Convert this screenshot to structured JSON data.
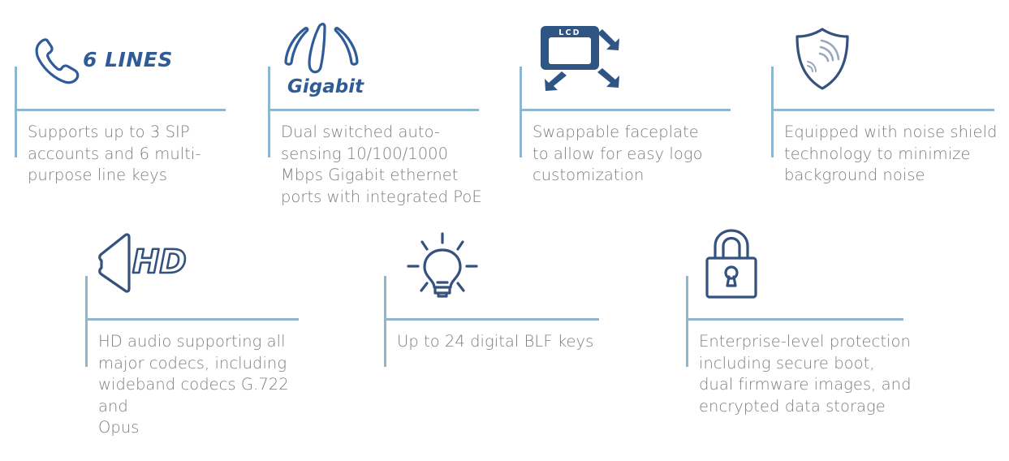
{
  "theme": {
    "rule_color": "#8fb6cf",
    "icon_primary": "#2f5c99",
    "icon_dark": "#34527d",
    "icon_fill": "#2f5585",
    "body_text_color": "#7d7d7d",
    "background": "#ffffff"
  },
  "features": [
    {
      "id": "lines",
      "icon_name": "phone-handset-six-lines-icon",
      "icon_label": "6 LINES",
      "text": "Supports up to 3 SIP\naccounts and 6 multi-\npurpose line keys"
    },
    {
      "id": "gigabit",
      "icon_name": "gigabit-wings-icon",
      "icon_label": "Gigabit",
      "text": "Dual switched auto-\nsensing 10/100/1000\nMbps Gigabit ethernet\nports with integrated PoE"
    },
    {
      "id": "faceplate",
      "icon_name": "lcd-faceplate-swap-icon",
      "icon_label": "LCD",
      "text": "Swappable faceplate\nto allow for easy logo\ncustomization"
    },
    {
      "id": "noise-shield",
      "icon_name": "shield-noise-waves-icon",
      "icon_label": "",
      "text": "Equipped with noise shield\ntechnology to minimize\nbackground noise"
    },
    {
      "id": "hd-audio",
      "icon_name": "speaker-hd-icon",
      "icon_label": "HD",
      "text": "HD audio supporting all\nmajor codecs, including\nwideband codecs G.722 and\nOpus"
    },
    {
      "id": "blf-keys",
      "icon_name": "lightbulb-icon",
      "icon_label": "",
      "text": "Up to 24 digital BLF keys"
    },
    {
      "id": "security",
      "icon_name": "padlock-icon",
      "icon_label": "",
      "text": "Enterprise-level protection\nincluding secure boot,\ndual firmware images, and\nencrypted data storage"
    }
  ]
}
